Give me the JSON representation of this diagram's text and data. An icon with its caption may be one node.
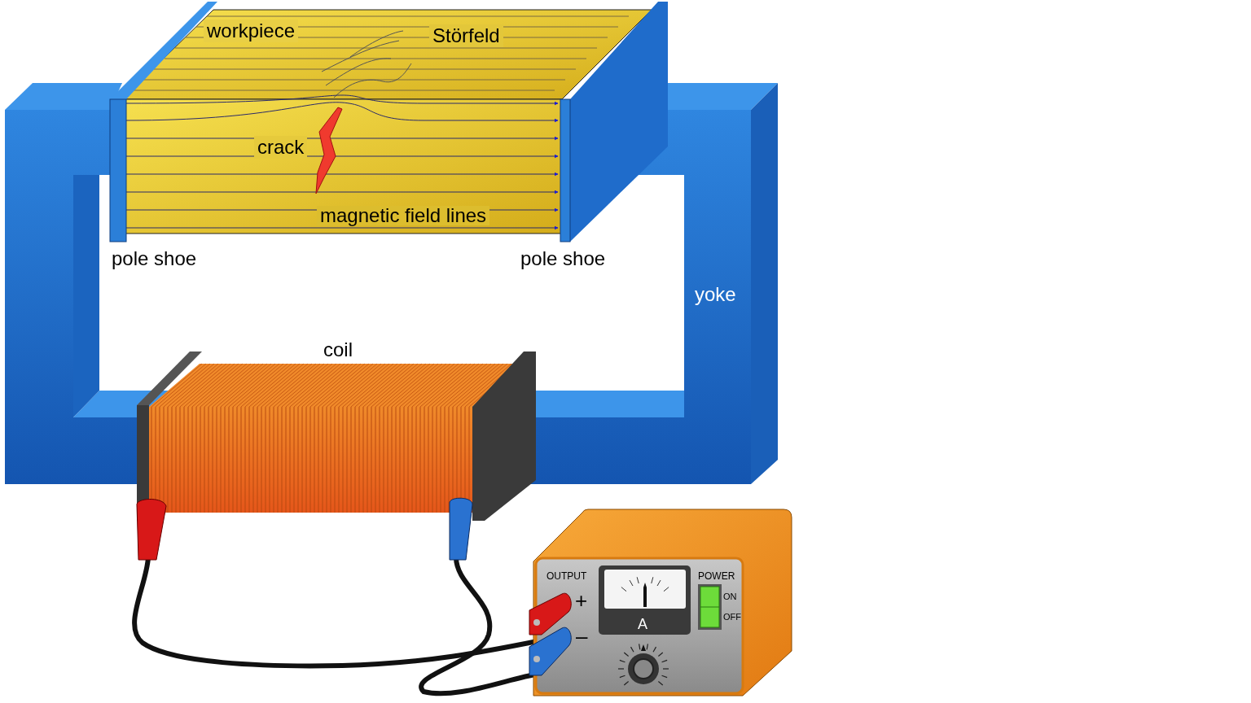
{
  "diagram": {
    "labels": [
      "workpiece",
      "Störfeld",
      "crack",
      "magnetic field lines",
      "pole shoe",
      "pole shoe",
      "yoke",
      "coil",
      "OUTPUT",
      "+",
      "–",
      "A",
      "POWER",
      "ON",
      "OFF"
    ]
  }
}
